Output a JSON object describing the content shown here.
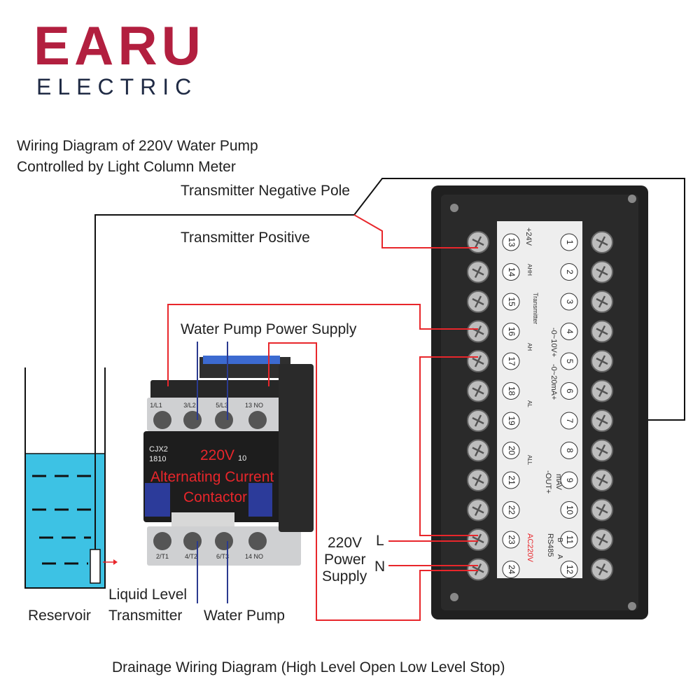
{
  "logo": {
    "brand": "EARU",
    "sub": "ELECTRIC"
  },
  "title": {
    "line1": "Wiring Diagram of 220V Water Pump",
    "line2": "Controlled by Light Column Meter"
  },
  "labels": {
    "transmitter_negative": "Transmitter Negative Pole",
    "transmitter_positive": "Transmitter Positive",
    "pump_power": "Water Pump Power Supply",
    "contactor_220v": "220V",
    "contactor_ac": "Alternating Current",
    "contactor_word": "Contactor",
    "power_220v": "220V",
    "power_word": "Power",
    "supply_word": "Supply",
    "line_l": "L",
    "line_n": "N",
    "reservoir": "Reservoir",
    "liquid_level": "Liquid Level",
    "transmitter": "Transmitter",
    "water_pump": "Water Pump",
    "footer": "Drainage Wiring Diagram (High Level Open Low Level Stop)"
  },
  "contactor": {
    "model": "CJX2",
    "rating": "1810",
    "top_terminals": [
      "1/L1",
      "3/L2",
      "5/L3",
      "13 NO"
    ],
    "bottom_terminals": [
      "2/T1",
      "4/T2",
      "6/T3",
      "14 NO"
    ],
    "aux": "10"
  },
  "meter": {
    "right_terminals": [
      "1",
      "2",
      "3",
      "4",
      "5",
      "6",
      "7",
      "8",
      "9",
      "10",
      "11",
      "12"
    ],
    "left_terminals": [
      "13",
      "14",
      "15",
      "16",
      "17",
      "18",
      "19",
      "20",
      "21",
      "22",
      "23",
      "24"
    ],
    "text_24v": "+24V",
    "text_transmitter": "Transmitter",
    "text_0_10v": "-0~10V+",
    "text_0_20ma": "-0~20mA+",
    "text_mav": "mAV",
    "text_out": "-OUT+",
    "text_rs485": "RS485",
    "text_ac220v": "AC220V",
    "text_b": "B",
    "text_a": "A",
    "alarms": [
      "AHH",
      "AH",
      "AL",
      "ALL"
    ]
  },
  "colors": {
    "brand": "#b21f3f",
    "wire_red": "#e8262b",
    "wire_black": "#111111",
    "wire_blue": "#2b3a8f",
    "water": "#3dc2e4"
  }
}
